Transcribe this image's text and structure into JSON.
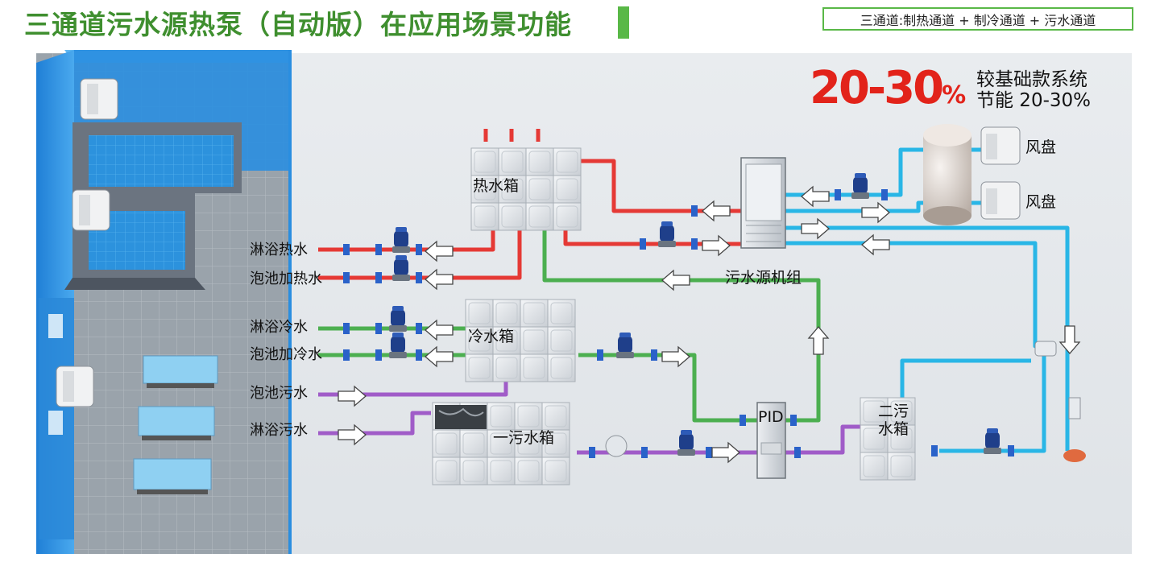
{
  "header": {
    "title": "三通道污水源热泵（自动版）在应用场景功能",
    "channels": "三通道:制热通道 + 制冷通道 + 污水通道"
  },
  "saving": {
    "range": "20-30",
    "percent_sign": "%",
    "note_line1": "较基础款系统",
    "note_line2": "节能 20-30%"
  },
  "outlets": {
    "shower_hot": "淋浴热水",
    "pool_hot": "泡池加热水",
    "shower_cold": "淋浴冷水",
    "pool_cold": "泡池加冷水",
    "pool_sewage": "泡池污水",
    "shower_sewage": "淋浴污水"
  },
  "equipment": {
    "hot_tank": "热水箱",
    "cold_tank": "冷水箱",
    "sewage_tank_1": "一污水箱",
    "sewage_tank_2_line1": "二污",
    "sewage_tank_2_line2": "水箱",
    "heat_pump_unit": "污水源机组",
    "pid": "PID",
    "fan_coil_1": "风盘",
    "fan_coil_2": "风盘"
  },
  "colors": {
    "title_green": "#3f8f2f",
    "hot_pipe": "#e53935",
    "cold_pipe": "#4caf50",
    "sewage_pipe": "#a05cc8",
    "loop_pipe": "#29b6e6",
    "accent_red": "#e2231a",
    "pool_blue": "#1b7fd1"
  }
}
